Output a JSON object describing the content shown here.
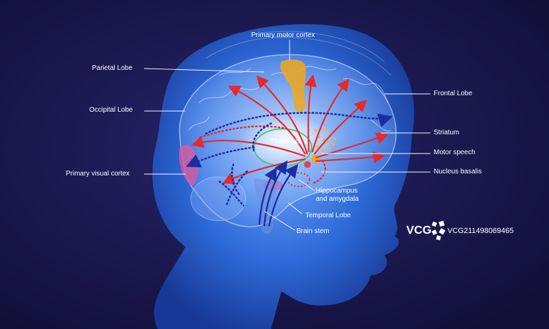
{
  "labels": {
    "primary_motor_cortex": "Primary motor cortex",
    "parietal_lobe": "Parietal Lobe",
    "occipital_lobe": "Occipital Lobe",
    "primary_visual_cortex": "Primary visual cortex",
    "frontal_lobe": "Frontal Lobe",
    "striatum": "Striatum",
    "motor_speech": "Motor speech",
    "nucleus_basalis": "Nucleus basalis",
    "hippocampus_line1": "Hippocampus",
    "hippocampus_line2": "and amygdala",
    "temporal_lobe": "Temporal Lobe",
    "brain_stem": "Brain stem",
    "thalamus": "Thalamus"
  },
  "watermark": {
    "brand": "VCG",
    "code": "VCG211498069465"
  },
  "colors": {
    "background": "#15123f",
    "head": "#2f6fe0",
    "pathway_red": "#e8282a",
    "pathway_blue": "#1b2fa0",
    "motor_cortex": "#f0a81c",
    "striatum": "#f2b04a",
    "visual_cortex": "#e0589a",
    "thalamus_outline": "#4fc37a"
  }
}
